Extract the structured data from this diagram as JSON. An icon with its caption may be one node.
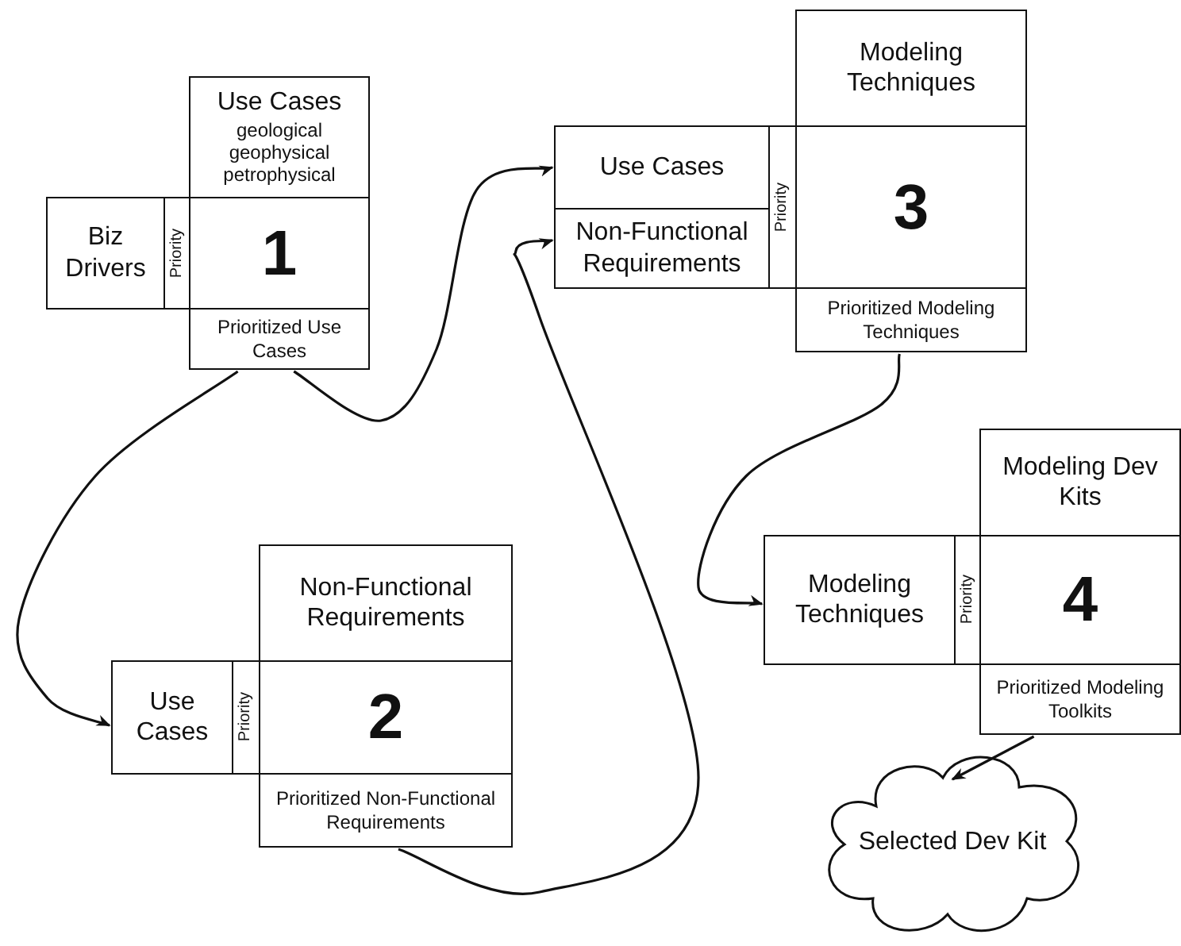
{
  "diagram": {
    "nodes": [
      {
        "text": [
          "Use Cases",
          "geological geophysical petrophysical"
        ]
      },
      {
        "text": [
          "Biz Drivers"
        ]
      },
      {
        "text": [
          "Priority"
        ]
      },
      {
        "text": [
          "1"
        ]
      },
      {
        "text": [
          "Prioritized Use Cases"
        ]
      },
      {
        "text": [
          "Non-Functional Requirements"
        ]
      },
      {
        "text": [
          "Use Cases"
        ]
      },
      {
        "text": [
          "Priority"
        ]
      },
      {
        "text": [
          "2"
        ]
      },
      {
        "text": [
          "Prioritized Non-Functional Requirements"
        ]
      },
      {
        "text": [
          "Modeling Techniques"
        ]
      },
      {
        "text": [
          "Use Cases"
        ]
      },
      {
        "text": [
          "Non-Functional Requirements"
        ]
      },
      {
        "text": [
          "Priority"
        ]
      },
      {
        "text": [
          "3"
        ]
      },
      {
        "text": [
          "Prioritized Modeling Techniques"
        ]
      },
      {
        "text": [
          "Modeling Dev Kits"
        ]
      },
      {
        "text": [
          "Modeling Techniques"
        ]
      },
      {
        "text": [
          "Priority"
        ]
      },
      {
        "text": [
          "4"
        ]
      },
      {
        "text": [
          "Prioritized Modeling Toolkits"
        ]
      },
      {
        "text": [
          "Selected Dev Kit"
        ]
      }
    ],
    "edges": [
      {
        "from": 4,
        "to": 6,
        "arrow": "to"
      },
      {
        "from": 4,
        "to": 11,
        "arrow": "to"
      },
      {
        "from": 9,
        "to": 12,
        "arrow": "to"
      },
      {
        "from": 15,
        "to": 17,
        "arrow": "to"
      },
      {
        "from": 20,
        "to": 21,
        "arrow": "to"
      }
    ]
  }
}
